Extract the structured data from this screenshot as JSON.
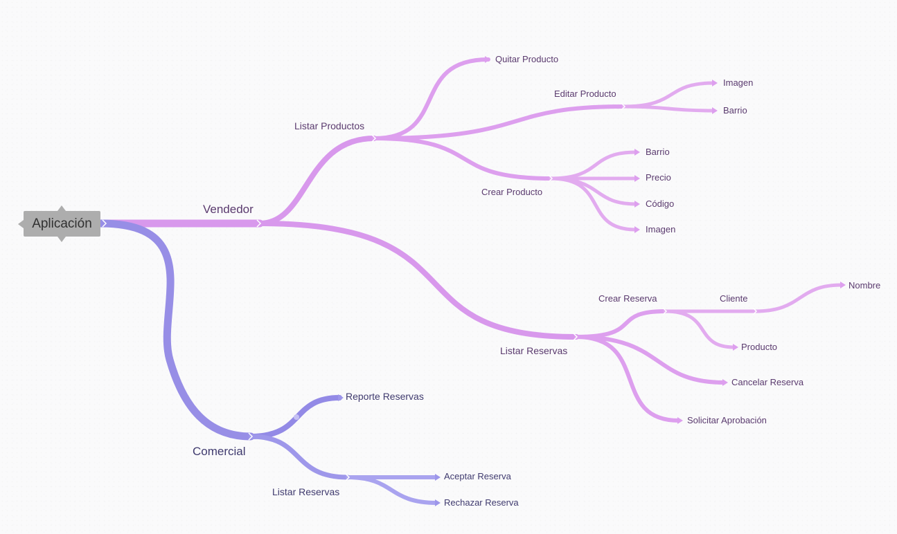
{
  "colors": {
    "pink_branch": "#dc9aec",
    "pink_light": "#e2abef",
    "violet_branch": "#978ee6",
    "violet_light": "#a9a3ef",
    "root_fill": "#adadad",
    "label_pink": "#5a3a6e",
    "label_violet": "#3f3a6e"
  },
  "root": {
    "label": "Aplicación"
  },
  "vendedor": {
    "label": "Vendedor",
    "listar_productos": {
      "label": "Listar Productos",
      "quitar": "Quitar Producto",
      "editar": {
        "label": "Editar Producto",
        "imagen": "Imagen",
        "barrio": "Barrio"
      },
      "crear": {
        "label": "Crear Producto",
        "barrio": "Barrio",
        "precio": "Precio",
        "codigo": "Código",
        "imagen": "Imagen"
      }
    },
    "listar_reservas": {
      "label": "Listar Reservas",
      "crear_reserva": {
        "label": "Crear Reserva",
        "cliente": {
          "label": "Cliente",
          "nombre": "Nombre"
        },
        "producto": "Producto"
      },
      "cancelar": "Cancelar Reserva",
      "solicitar": "Solicitar Aprobación"
    }
  },
  "comercial": {
    "label": "Comercial",
    "reporte": "Reporte Reservas",
    "listar_reservas": {
      "label": "Listar Reservas",
      "aceptar": "Aceptar Reserva",
      "rechazar": "Rechazar Reserva"
    }
  }
}
